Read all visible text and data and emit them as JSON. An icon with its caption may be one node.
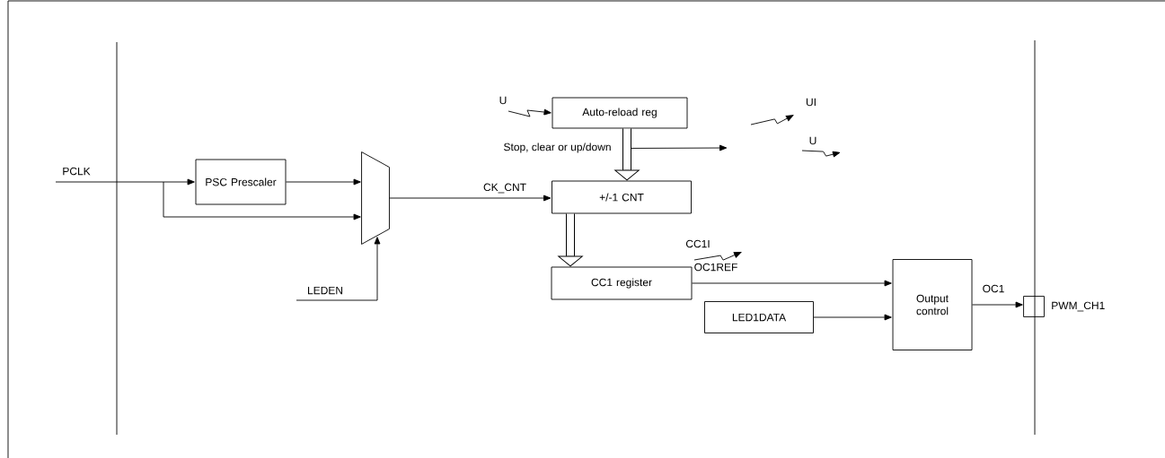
{
  "diagram": {
    "nodes": [
      {
        "text": [
          "PSC Prescaler"
        ]
      },
      {
        "text": [],
        "shape": "trapezoid"
      },
      {
        "text": [
          "Auto-reload reg"
        ]
      },
      {
        "text": [
          "+/-1 CNT"
        ]
      },
      {
        "text": [
          "CC1 register"
        ]
      },
      {
        "text": [
          "LED1DATA"
        ]
      },
      {
        "text": [
          "Output control"
        ]
      },
      {
        "text": [],
        "shape": "box",
        "beside": [
          "PWM_CH1"
        ]
      }
    ],
    "edges": [
      {
        "from": null,
        "to": 0,
        "arrow": "to",
        "label": "PCLK"
      },
      {
        "from": null,
        "to": 1,
        "arrow": "to"
      },
      {
        "from": 0,
        "to": 1,
        "arrow": "to"
      },
      {
        "from": null,
        "to": 1,
        "arrow": "to",
        "label": "LEDEN"
      },
      {
        "from": 1,
        "to": 3,
        "arrow": "to",
        "label": "CK_CNT"
      },
      {
        "from": null,
        "to": 2,
        "arrow": "to",
        "label": "U"
      },
      {
        "from": 2,
        "to": 3,
        "arrow": "to",
        "style": "thick"
      },
      {
        "from": 2,
        "to": null,
        "arrow": "to"
      },
      {
        "from": 3,
        "to": 4,
        "arrow": "to",
        "style": "thick"
      },
      {
        "from": 4,
        "to": 6,
        "arrow": "to",
        "label": "OC1REF"
      },
      {
        "from": 5,
        "to": 6,
        "arrow": "to"
      },
      {
        "from": 6,
        "to": 7,
        "arrow": "to",
        "label": "OC1"
      }
    ],
    "labels": [
      "Stop, clear or up/down",
      "UI",
      "U",
      "CC1I"
    ]
  }
}
